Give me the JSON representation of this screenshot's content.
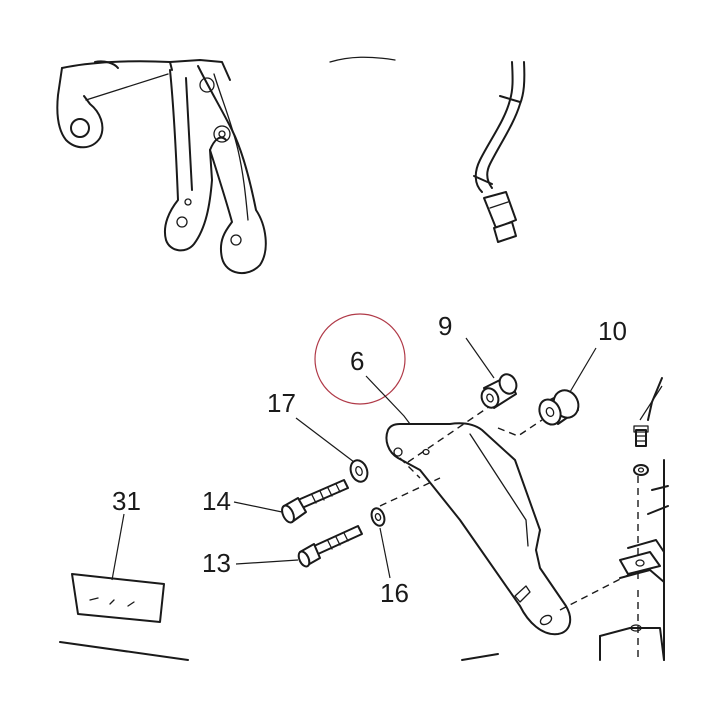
{
  "callouts": {
    "c6": "6",
    "c9": "9",
    "c10": "10",
    "c17": "17",
    "c14": "14",
    "c13": "13",
    "c16": "16",
    "c31": "31"
  },
  "highlight_color": "#b03a48",
  "line_color": "#1a1a1a"
}
